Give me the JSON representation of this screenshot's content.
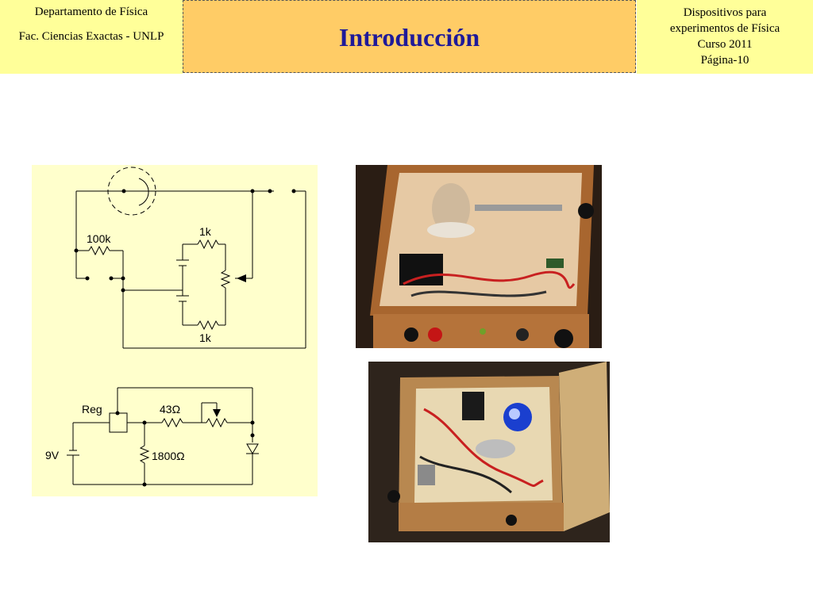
{
  "header": {
    "left_line1": "Departamento de Física",
    "left_line2": "Fac. Ciencias Exactas - UNLP",
    "title": "Introducción",
    "right_line1": "Dispositivos para",
    "right_line2": "experimentos de Física",
    "right_line3": "Curso 2011",
    "right_line4": "Página-10"
  },
  "schematic1": {
    "r1": "100k",
    "r2": "1k",
    "r3": "1k"
  },
  "schematic2": {
    "reg": "Reg",
    "battery": "9V",
    "r1": "43Ω",
    "r2": "1800Ω"
  },
  "colors": {
    "header_side_bg": "#ffff99",
    "header_title_bg": "#ffcc66",
    "title_text": "#1f1a99",
    "schematic_bg": "#ffffcc"
  }
}
